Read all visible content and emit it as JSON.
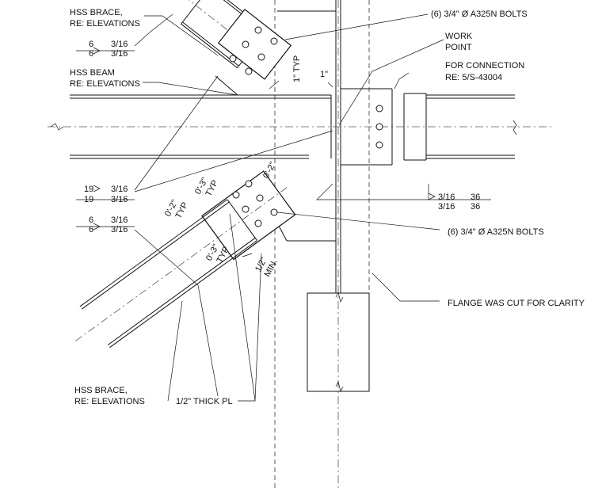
{
  "labels": {
    "hss_brace_top": [
      "HSS BRACE,",
      "RE: ELEVATIONS"
    ],
    "weld_brace_top": [
      "6",
      "6",
      "3/16",
      "3/16"
    ],
    "hss_beam": [
      "HSS BEAM",
      "RE: ELEVATIONS"
    ],
    "bolts_top": "(6) 3/4\" Ø A325N BOLTS",
    "work_point": [
      "WORK",
      "POINT"
    ],
    "for_connection": [
      "FOR CONNECTION",
      "RE: 5/S-43004"
    ],
    "typ_1in": "1\" TYP",
    "gap_1in": "1\"",
    "weld_19": [
      "19",
      "19",
      "3/16",
      "3/16"
    ],
    "weld_lower": [
      "6",
      "6",
      "3/16",
      "3/16"
    ],
    "weld_36": [
      "3/16",
      "3/16",
      "36",
      "36"
    ],
    "dim_03_typ_a": [
      "0'-3\"",
      "TYP"
    ],
    "dim_02_a": "0'-2\"",
    "dim_02_typ_b": [
      "0'-2\"",
      "TYP"
    ],
    "dim_03_typ_b": [
      "0'-3\"",
      "TYP"
    ],
    "half_min": [
      "1/2\"",
      "MIN."
    ],
    "bolts_bottom": "(6) 3/4\" Ø A325N BOLTS",
    "flange_cut": "FLANGE WAS CUT FOR CLARITY",
    "hss_brace_bottom": [
      "HSS BRACE,",
      "RE: ELEVATIONS"
    ],
    "thick_pl": "1/2\" THICK PL"
  }
}
